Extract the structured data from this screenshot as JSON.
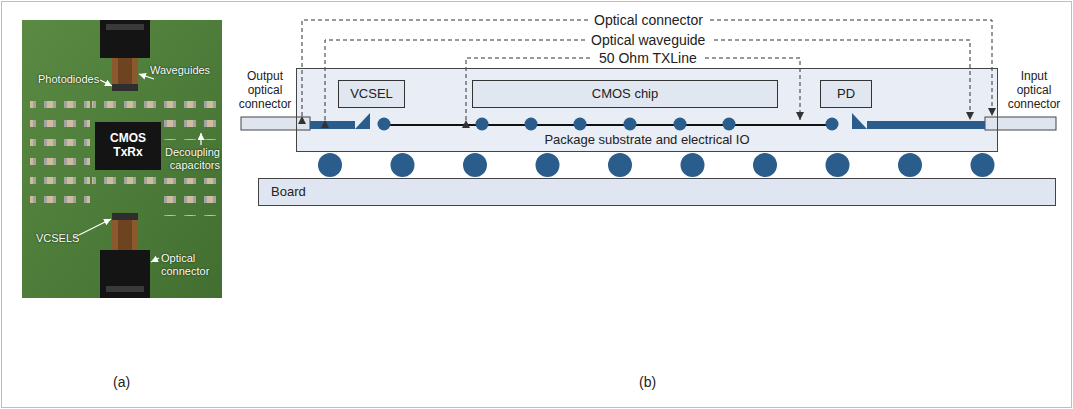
{
  "diagram": {
    "nodes": [
      {
        "text": [
          "CMOS TxRx"
        ]
      },
      {
        "text": [
          "Package substrate and electrical IO"
        ]
      },
      {
        "text": [
          "VCSEL"
        ],
        "in": 1
      },
      {
        "text": [
          "CMOS chip"
        ],
        "in": 1
      },
      {
        "text": [
          "PD"
        ],
        "in": 1
      },
      {
        "text": [
          "Board"
        ]
      }
    ],
    "labels": [
      "Photodiodes",
      "Waveguides",
      "Decoupling capacitors",
      "VCSELS",
      "Optical connector",
      "(a)",
      "Optical connector",
      "Optical waveguide",
      "50 Ohm TXLine",
      "Output optical connector",
      "Input optical connector",
      "(b)"
    ]
  }
}
